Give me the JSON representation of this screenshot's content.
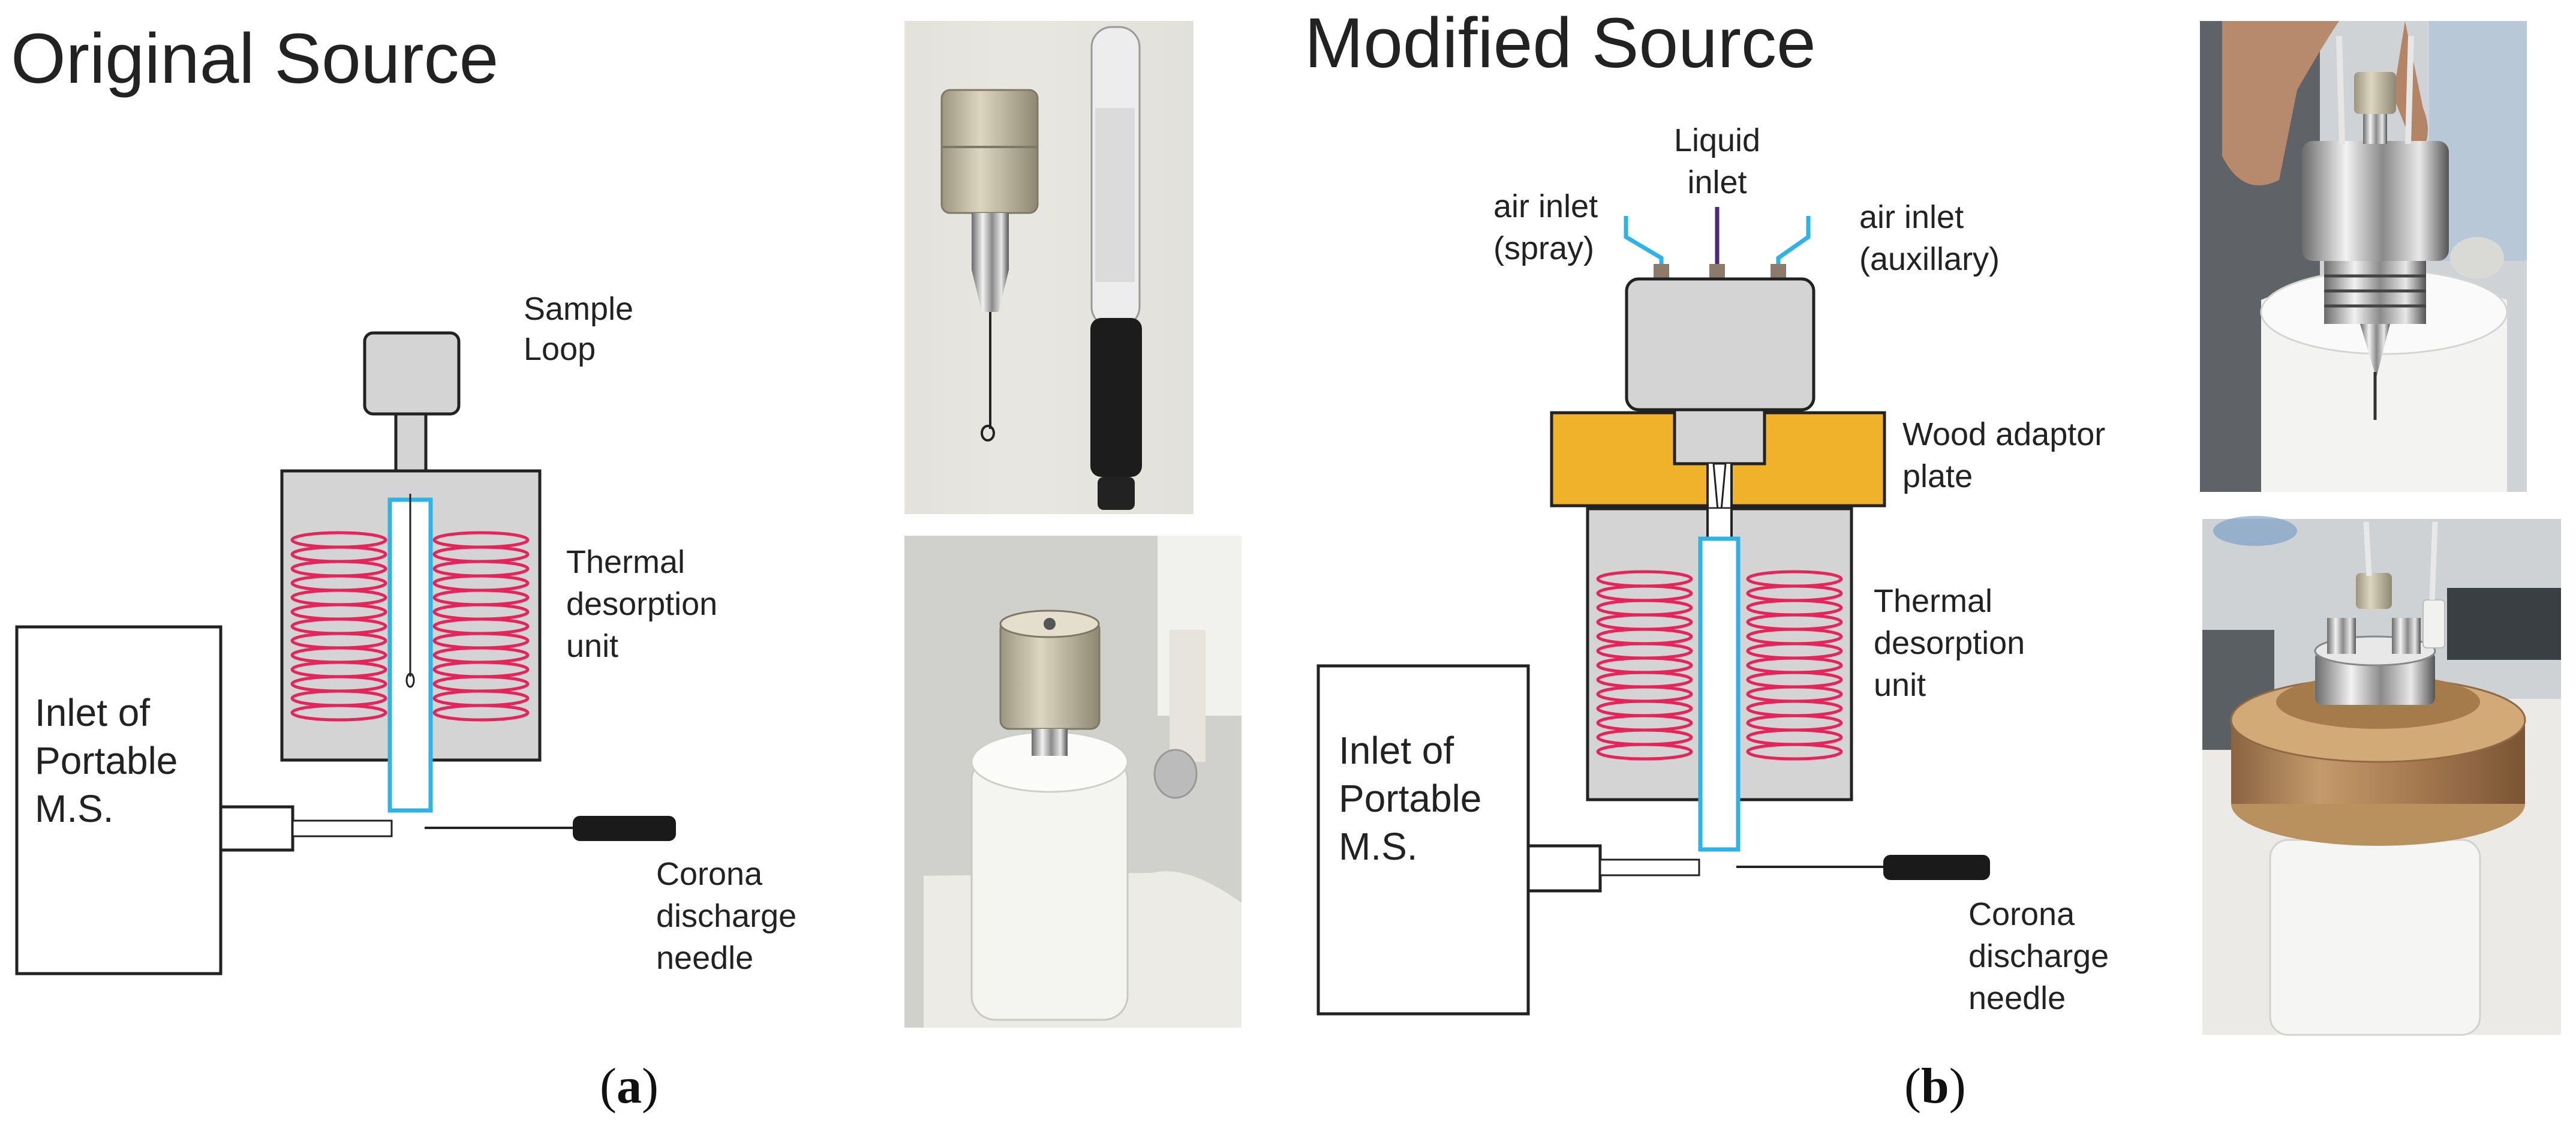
{
  "left": {
    "title": "Original Source",
    "sample_loop": [
      "Sample",
      "Loop"
    ],
    "thermal": [
      "Thermal",
      "desorption",
      "unit"
    ],
    "inlet": [
      "Inlet of",
      "Portable",
      "M.S."
    ],
    "corona": [
      "Corona",
      "discharge",
      "needle"
    ],
    "panel_prefix": "(",
    "panel_letter": "a",
    "panel_suffix": ")"
  },
  "right": {
    "title": "Modified Source",
    "liquid": [
      "Liquid",
      "inlet"
    ],
    "air_spray": [
      "air inlet",
      "(spray)"
    ],
    "air_aux": [
      "air inlet",
      "(auxillary)"
    ],
    "wood": [
      "Wood adaptor",
      "plate"
    ],
    "thermal": [
      "Thermal",
      "desorption",
      "unit"
    ],
    "inlet": [
      "Inlet of",
      "Portable",
      "M.S."
    ],
    "corona": [
      "Corona",
      "discharge",
      "needle"
    ],
    "panel_prefix": "(",
    "panel_letter": "b",
    "panel_suffix": ")"
  },
  "colors": {
    "coil": "#e4245a",
    "tube": "#2fb3e6",
    "wood": "#f0b22a",
    "purple_line": "#4b2a7a",
    "gray_fill": "#d4d4d4"
  }
}
